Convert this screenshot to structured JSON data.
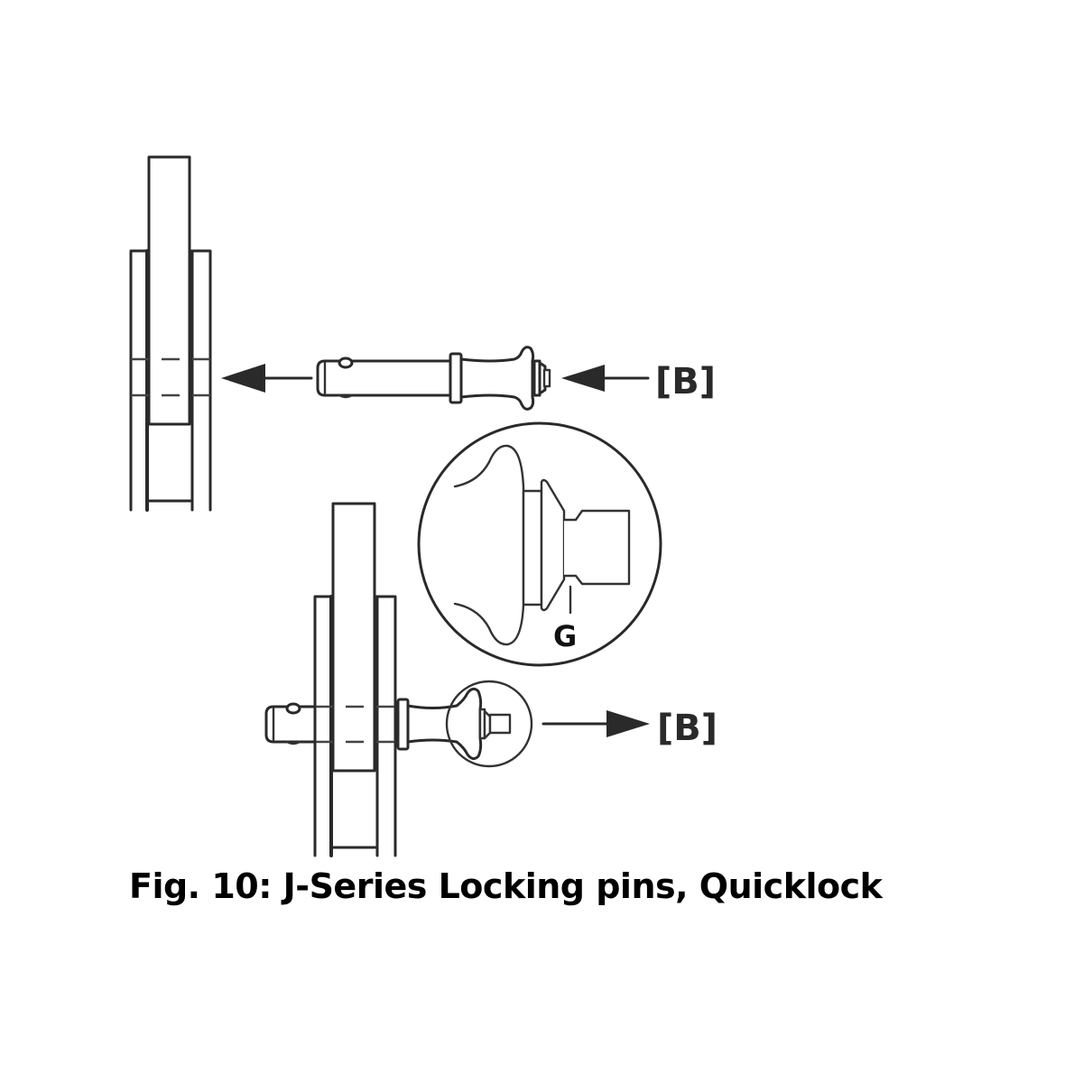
{
  "figure": {
    "caption": "Fig. 10: J-Series Locking pins, Quicklock",
    "labels": {
      "top_arrow_label": "[B]",
      "bottom_arrow_label": "[B]",
      "detail_label": "G"
    },
    "views": [
      {
        "name": "top-view",
        "description": "Locking pin being inserted into clevis/bracket (arrow pointing left)"
      },
      {
        "name": "bottom-view",
        "description": "Locking pin installed through bracket, button pressed to release (arrow pointing right)"
      },
      {
        "name": "detail-circle",
        "description": "Magnified view of pin head with release button, groove marked G"
      }
    ],
    "colors": {
      "line": "#2a2a2a",
      "background": "#ffffff",
      "text": "#000000"
    }
  }
}
